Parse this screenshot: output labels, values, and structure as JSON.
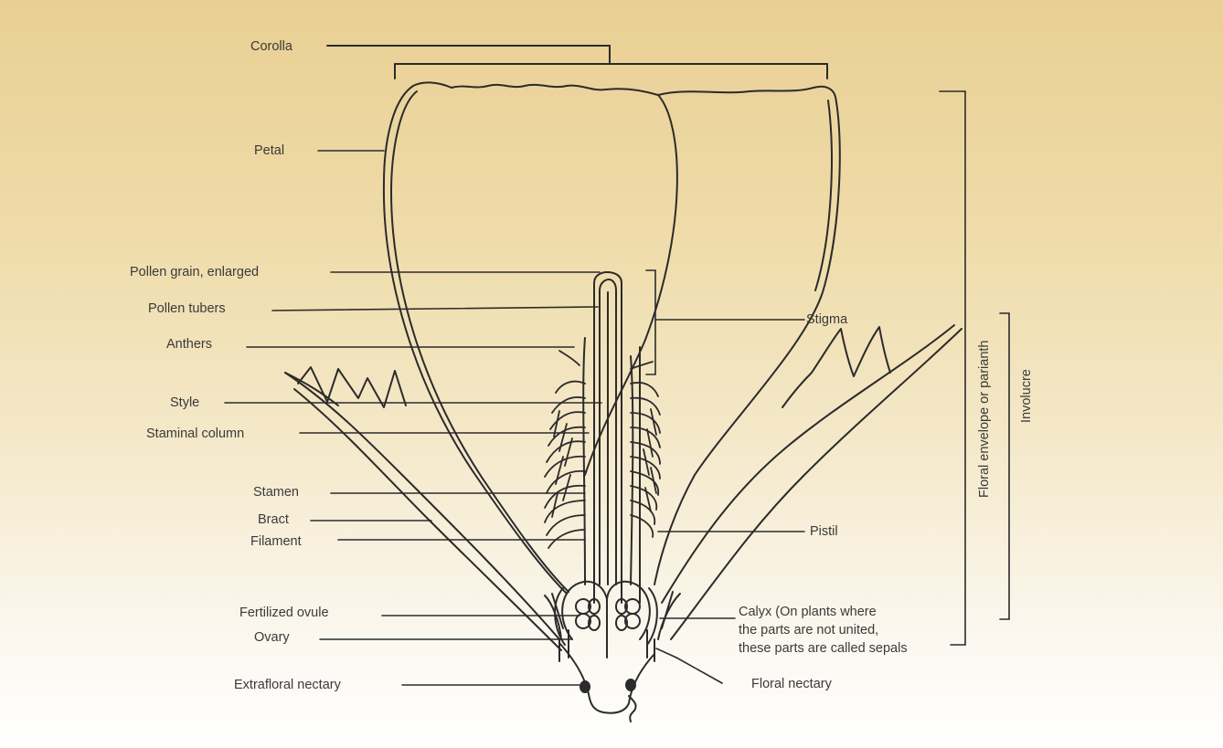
{
  "labels": {
    "corolla": "Corolla",
    "petal": "Petal",
    "pollen_grain": "Pollen grain, enlarged",
    "pollen_tubers": "Pollen tubers",
    "anthers": "Anthers",
    "style": "Style",
    "staminal_column": "Staminal column",
    "stamen": "Stamen",
    "bract": "Bract",
    "filament": "Filament",
    "fertilized_ovule": "Fertilized ovule",
    "ovary": "Ovary",
    "extrafloral_nectary": "Extrafloral nectary",
    "stigma": "Stigma",
    "pistil": "Pistil",
    "calyx": "Calyx (On plants where\nthe parts are not united,\nthese parts are called sepals",
    "floral_nectary": "Floral nectary",
    "floral_envelope": "Floral envelope or parianth",
    "involucre": "Involucre"
  },
  "colors": {
    "background_top": "#e9cf93",
    "background_bottom": "#ffffff",
    "ink": "#2b2b2b"
  }
}
